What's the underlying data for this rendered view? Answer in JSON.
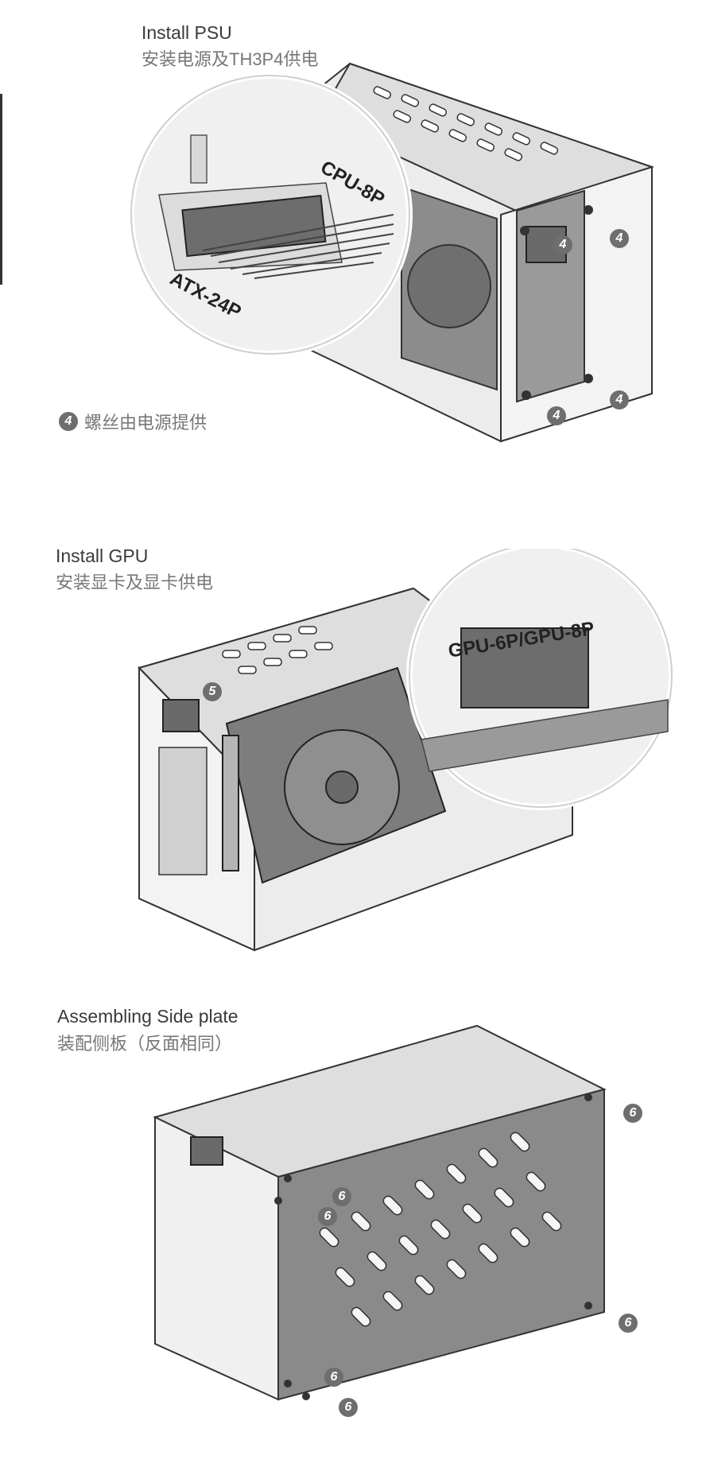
{
  "sections": [
    {
      "title_en": "Install PSU",
      "title_cn": "安装电源及TH3P4供电"
    },
    {
      "title_en": "Install GPU",
      "title_cn": "安装显卡及显卡供电"
    },
    {
      "title_en": "Assembling Side plate",
      "title_cn": "装配侧板（反面相同）"
    }
  ],
  "psu": {
    "cpu_label": "CPU-8P",
    "atx_label": "ATX-24P",
    "screw_badge": "4",
    "note_badge": "4",
    "note_text": "螺丝由电源提供"
  },
  "gpu": {
    "power_label": "GPU-6P/GPU-8P",
    "screw_badge": "5"
  },
  "side": {
    "screw_badge": "6"
  },
  "colors": {
    "badge": "#6e6e6e",
    "panel_dark": "#8a8a8a",
    "metal_light": "#e6e6e6",
    "outline": "#333333"
  }
}
